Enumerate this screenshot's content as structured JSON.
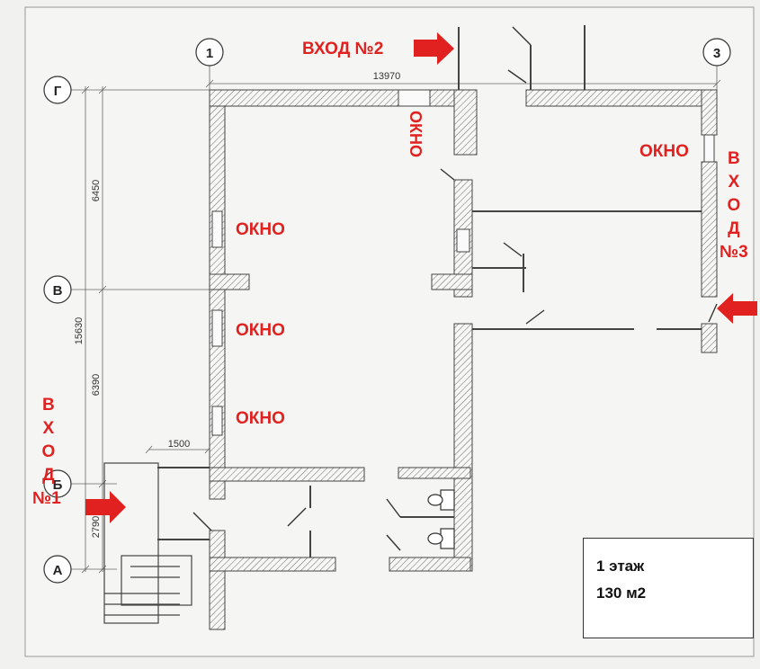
{
  "axes": {
    "columns": [
      "1",
      "3"
    ],
    "rows": [
      "Г",
      "В",
      "Б",
      "А"
    ]
  },
  "dimensions": {
    "top_width": "13970",
    "gv": "6450",
    "vb": "6390",
    "total": "15630",
    "ba": "2790",
    "porch": "1500"
  },
  "labels": {
    "entrance1_letters": [
      "В",
      "Х",
      "О",
      "Д"
    ],
    "entrance1_number": "№1",
    "entrance2": "ВХОД №2",
    "entrance3_letters": [
      "В",
      "Х",
      "О",
      "Д"
    ],
    "entrance3_number": "№3",
    "window": "ОКНО",
    "window_left_1": "ОКНО",
    "window_left_2": "ОКНО",
    "window_left_3": "ОКНО",
    "window_right": "ОКНО"
  },
  "info": {
    "floor": "1 этаж",
    "area": "130 м2"
  },
  "colors": {
    "label": "#e0211f",
    "arrow": "#e0211f",
    "wall_hatch": "#555555",
    "paper": "#f1f1ef"
  }
}
